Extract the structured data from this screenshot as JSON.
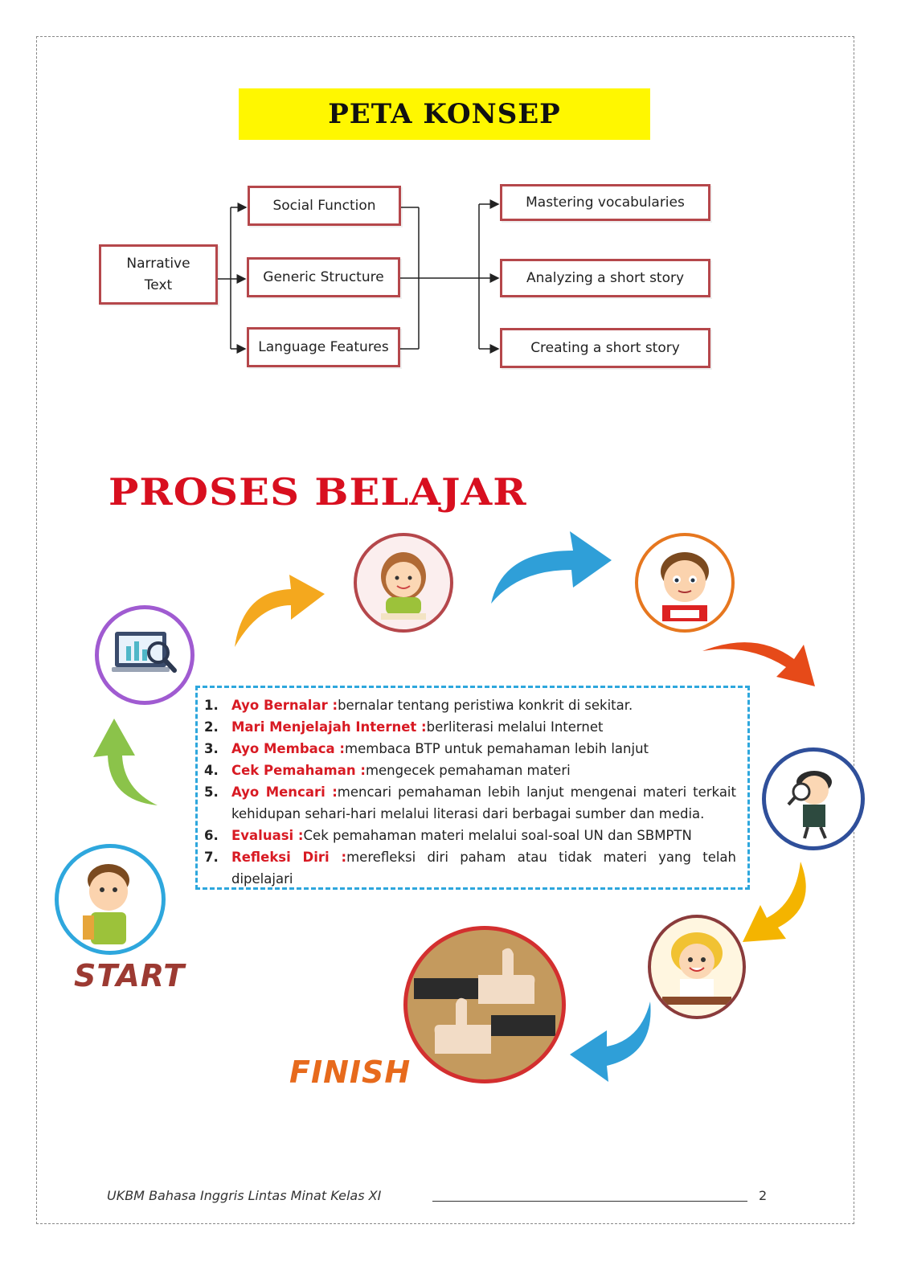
{
  "title": "PETA KONSEP",
  "concept_map": {
    "root": "Narrative\nText",
    "aspects": [
      "Social Function",
      "Generic Structure",
      "Language Features"
    ],
    "outcomes": [
      "Mastering vocabularies",
      "Analyzing a short story",
      "Creating a short story"
    ]
  },
  "proses_title": "PROSES BELAJAR",
  "steps": [
    {
      "num": "1.",
      "label": "Ayo Bernalar :",
      "text": "bernalar tentang peristiwa konkrit di sekitar."
    },
    {
      "num": "2.",
      "label": "Mari Menjelajah Internet :",
      "text": "berliterasi melalui Internet"
    },
    {
      "num": "3.",
      "label": "Ayo Membaca :",
      "text": "membaca BTP untuk pemahaman lebih lanjut"
    },
    {
      "num": "4.",
      "label": "Cek Pemahaman :",
      "text": "mengecek pemahaman materi"
    },
    {
      "num": "5.",
      "label": "Ayo Mencari :",
      "text": "mencari pemahaman lebih lanjut mengenai materi terkait kehidupan sehari-hari melalui literasi dari berbagai sumber dan media."
    },
    {
      "num": "6.",
      "label": "Evaluasi :",
      "text": "Cek pemahaman materi melalui soal-soal UN dan SBMPTN"
    },
    {
      "num": "7.",
      "label": "Refleksi Diri :",
      "text": "merefleksi diri paham atau tidak materi yang telah dipelajari"
    }
  ],
  "start_label": "START",
  "finish_label": "FINISH",
  "footer": {
    "text": "UKBM Bahasa Inggris Lintas Minat Kelas XI",
    "page": "2"
  },
  "colors": {
    "title_band": "#fff700",
    "box_border": "#b5474b",
    "red_label": "#d81a23",
    "dashed_border": "#2ea7dd"
  }
}
